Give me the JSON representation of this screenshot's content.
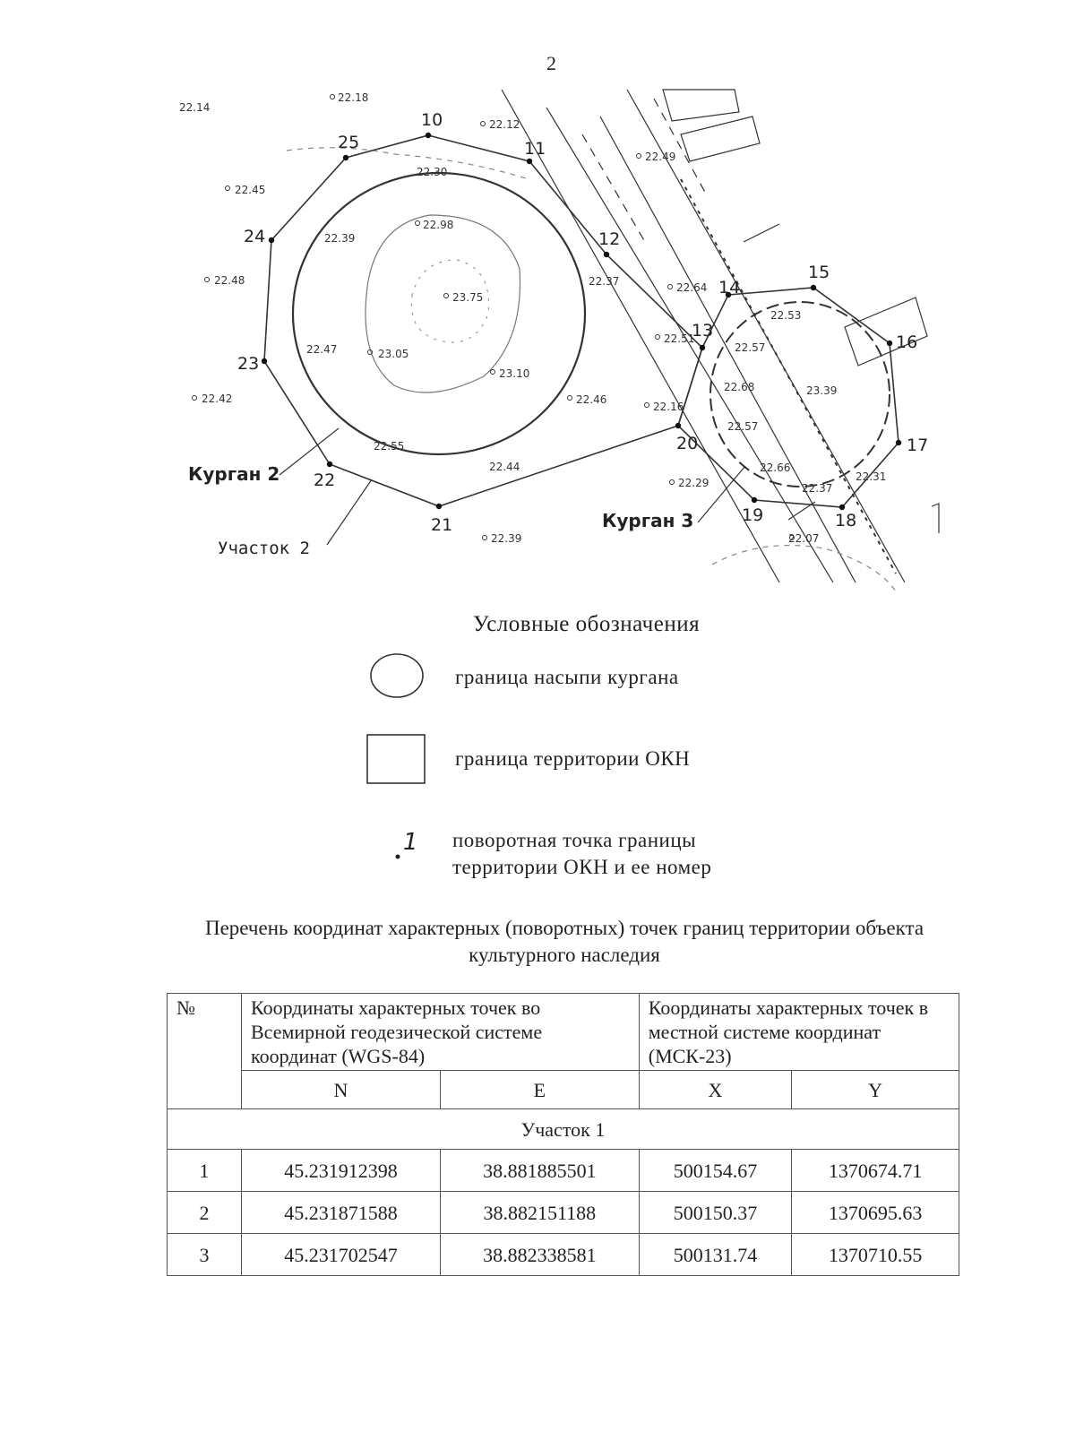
{
  "page_number": "2",
  "map": {
    "point_labels": [
      "10",
      "11",
      "12",
      "13",
      "14",
      "15",
      "16",
      "17",
      "18",
      "19",
      "20",
      "21",
      "22",
      "23",
      "24",
      "25"
    ],
    "elevations": [
      "22.14",
      "22.18",
      "22.12",
      "22.49",
      "22.45",
      "22.30",
      "22.98",
      "22.39",
      "22.48",
      "23.75",
      "22.37",
      "22.64",
      "22.53",
      "22.51",
      "22.57",
      "22.47",
      "23.05",
      "23.10",
      "22.68",
      "23.39",
      "22.42",
      "22.46",
      "22.16",
      "22.55",
      "22.57",
      "22.44",
      "22.66",
      "22.29",
      "22.37",
      "22.31",
      "22.39",
      "22.07"
    ],
    "kurgan2": "Курган 2",
    "kurgan3": "Курган 3",
    "uchastok2": "Участок 2"
  },
  "legend": {
    "title": "Условные обозначения",
    "mound_boundary": "граница насыпи кургана",
    "okn_boundary": "граница территории ОКН",
    "turn_point_line1": "поворотная точка границы",
    "turn_point_line2": "территории ОКН и ее номер",
    "turn_point_symbol": "1"
  },
  "coords_list_title": "Перечень координат характерных (поворотных) точек границ территории объекта культурного наследия",
  "table": {
    "col_num": "№",
    "col_wgs": "Координаты характерных точек во Всемирной геодезической системе координат (WGS-84)",
    "col_msk": "Координаты характерных точек в местной системе координат (МСК-23)",
    "sub_n": "N",
    "sub_e": "E",
    "sub_x": "X",
    "sub_y": "Y",
    "section": "Участок 1",
    "rows": [
      {
        "num": "1",
        "n": "45.231912398",
        "e": "38.881885501",
        "x": "500154.67",
        "y": "1370674.71"
      },
      {
        "num": "2",
        "n": "45.231871588",
        "e": "38.882151188",
        "x": "500150.37",
        "y": "1370695.63"
      },
      {
        "num": "3",
        "n": "45.231702547",
        "e": "38.882338581",
        "x": "500131.74",
        "y": "1370710.55"
      }
    ]
  }
}
